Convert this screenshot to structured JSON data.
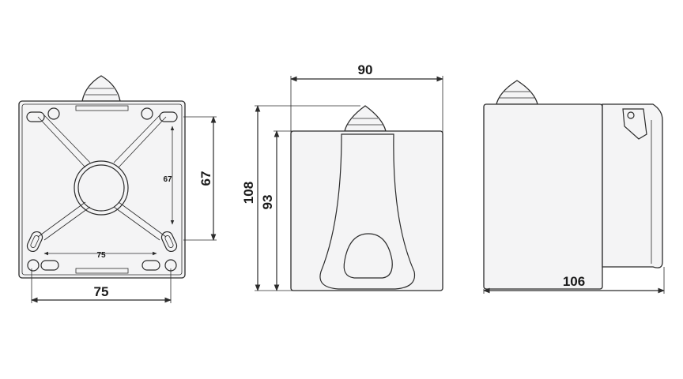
{
  "dimensions": {
    "rear_width": "75",
    "rear_height": "67",
    "rear_inner_width": "75",
    "rear_inner_height": "67",
    "front_width": "90",
    "front_height_total": "108",
    "front_height_body": "93",
    "side_depth": "106"
  },
  "colors": {
    "line": "#2b2b2b",
    "fill": "#f4f4f5",
    "text": "#1a1a1a"
  }
}
